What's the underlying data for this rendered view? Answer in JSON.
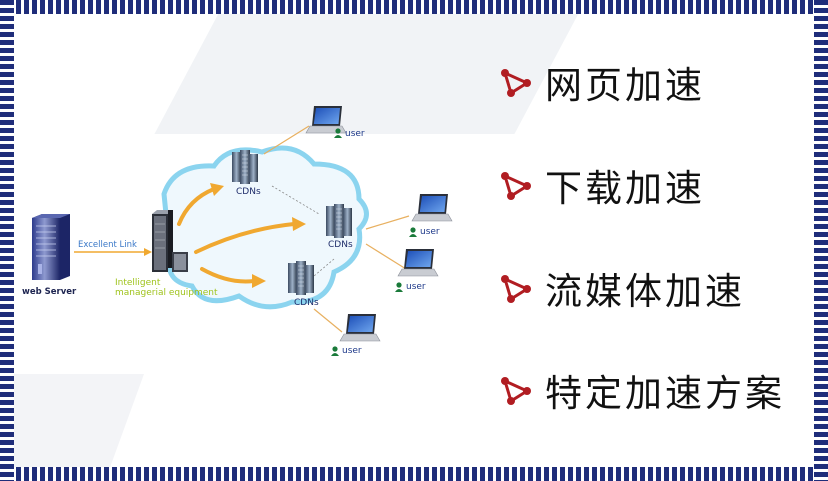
{
  "diagram": {
    "server_label": "web Server",
    "link_label": "Excellent Link",
    "equipment_label_line1": "Intelligent",
    "equipment_label_line2": "managerial equipment",
    "cdn_label": "CDNs",
    "user_label": "user",
    "colors": {
      "cloud": "#7fd0ee",
      "arrow": "#f0a830",
      "lines": "#e8b060",
      "label_green": "#9fc31c"
    }
  },
  "menu": {
    "items": [
      {
        "label": "网页加速"
      },
      {
        "label": "下载加速"
      },
      {
        "label": "流媒体加速"
      },
      {
        "label": "特定加速方案"
      }
    ],
    "bullet_color": "#b11d22"
  }
}
